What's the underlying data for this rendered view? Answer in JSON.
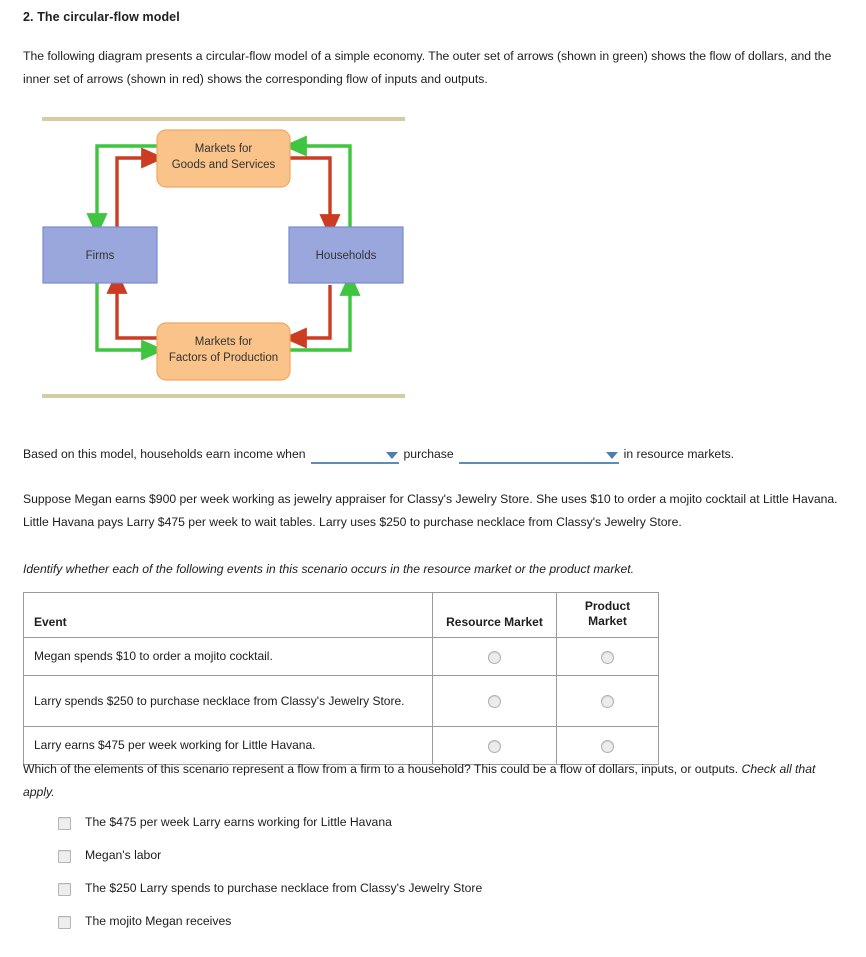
{
  "question": {
    "title": "2. The circular-flow model",
    "intro": "The following diagram presents a circular-flow model of a simple economy. The outer set of arrows (shown in green) shows the flow of dollars, and the inner set of arrows (shown in red) shows the corresponding flow of inputs and outputs."
  },
  "diagram": {
    "name": "circular-flow-diagram",
    "boxes": {
      "goods_market_line1": "Markets for",
      "goods_market_line2": "Goods and Services",
      "firms": "Firms",
      "households": "Households",
      "factors_market_line1": "Markets for",
      "factors_market_line2": "Factors of Production"
    },
    "colors": {
      "market_box_fill": "#f9c389",
      "market_box_stroke": "#f0a862",
      "sector_box_fill": "#9aa7dc",
      "sector_box_stroke": "#7b8ccb",
      "dollars_arrow": "#3fc53f",
      "goods_arrow": "#cc3c22",
      "rule_bar": "#d5cca4",
      "label_text": "#333333"
    },
    "legend": {
      "green_meaning": "flow of dollars",
      "red_meaning": "flow of inputs and outputs"
    }
  },
  "fill_in": {
    "prefix": "Based on this model, households earn income when",
    "middle": "purchase",
    "suffix": "in resource markets.",
    "dropdown1_value": "",
    "dropdown2_value": "",
    "caret_color": "#4a7fb0",
    "underline_color": "#5b8db8"
  },
  "scenario": {
    "line1": "Suppose Megan earns $900 per week working as jewelry appraiser for Classy's Jewelry Store. She uses $10 to order a mojito cocktail at Little Havana.",
    "line2": "Little Havana pays Larry $475 per week to wait tables. Larry uses $250 to purchase necklace from Classy's Jewelry Store."
  },
  "table_section": {
    "instruction": "Identify whether each of the following events in this scenario occurs in the resource market or the product market.",
    "headers": {
      "event": "Event",
      "resource_market": "Resource Market",
      "product_market_line1": "Product",
      "product_market_line2": "Market"
    },
    "rows": [
      {
        "event": "Megan spends $10 to order a mojito cocktail.",
        "resource_selected": false,
        "product_selected": false
      },
      {
        "event": "Larry spends $250 to purchase necklace from Classy's Jewelry Store.",
        "resource_selected": false,
        "product_selected": false
      },
      {
        "event": "Larry earns $475 per week working for Little Havana.",
        "resource_selected": false,
        "product_selected": false
      }
    ]
  },
  "checkbox_section": {
    "prompt": "Which of the elements of this scenario represent a flow from a firm to a household? This could be a flow of dollars, inputs, or outputs.",
    "prompt_italic": "Check all that apply.",
    "options": [
      {
        "label": "The $475 per week Larry earns working for Little Havana",
        "checked": false
      },
      {
        "label": "Megan's labor",
        "checked": false
      },
      {
        "label": "The $250 Larry spends to purchase necklace from Classy's Jewelry Store",
        "checked": false
      },
      {
        "label": "The mojito Megan receives",
        "checked": false
      }
    ]
  }
}
